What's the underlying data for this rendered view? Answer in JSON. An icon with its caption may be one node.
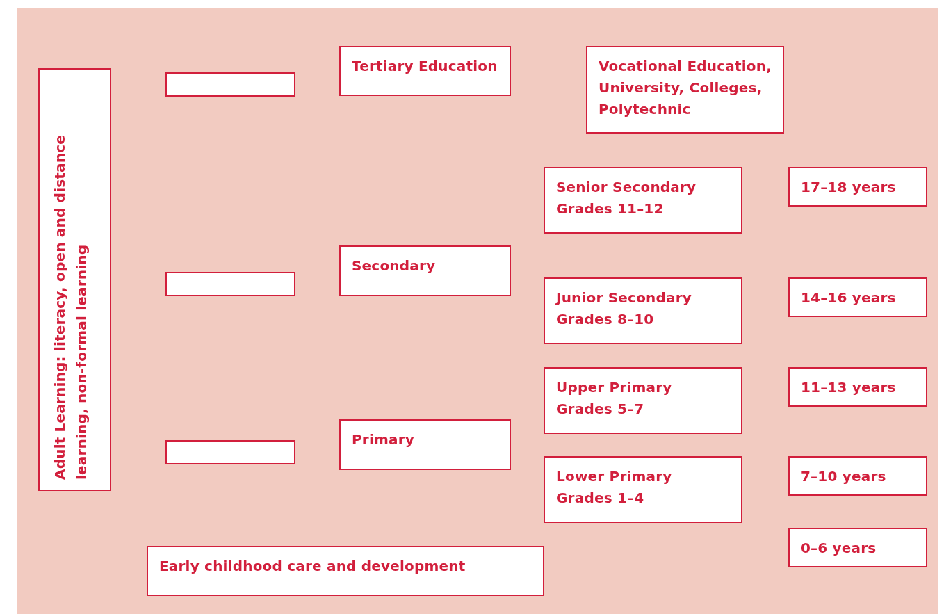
{
  "diagram": {
    "nodes": [
      {
        "text": [
          "Adult Learning: literacy, open and distance learning, non-formal learning"
        ]
      },
      {
        "text": [],
        "shape": "box"
      },
      {
        "text": [
          "Tertiary Education"
        ]
      },
      {
        "text": [
          "Vocational Education, University, Colleges, Polytechnic"
        ]
      },
      {
        "text": [
          "Senior Secondary",
          "Grades 11–12"
        ]
      },
      {
        "text": [
          "17–18 years"
        ]
      },
      {
        "text": [],
        "shape": "box"
      },
      {
        "text": [
          "Secondary"
        ]
      },
      {
        "text": [
          "Junior Secondary",
          "Grades 8–10"
        ]
      },
      {
        "text": [
          "14–16 years"
        ]
      },
      {
        "text": [
          "Upper Primary",
          "Grades 5–7"
        ]
      },
      {
        "text": [
          "11–13 years"
        ]
      },
      {
        "text": [],
        "shape": "box"
      },
      {
        "text": [
          "Primary"
        ]
      },
      {
        "text": [
          "Lower Primary",
          "Grades 1–4"
        ]
      },
      {
        "text": [
          "7–10 years"
        ]
      },
      {
        "text": [
          "0–6 years"
        ]
      },
      {
        "text": [
          "Early childhood care and development"
        ]
      }
    ],
    "edges": []
  }
}
